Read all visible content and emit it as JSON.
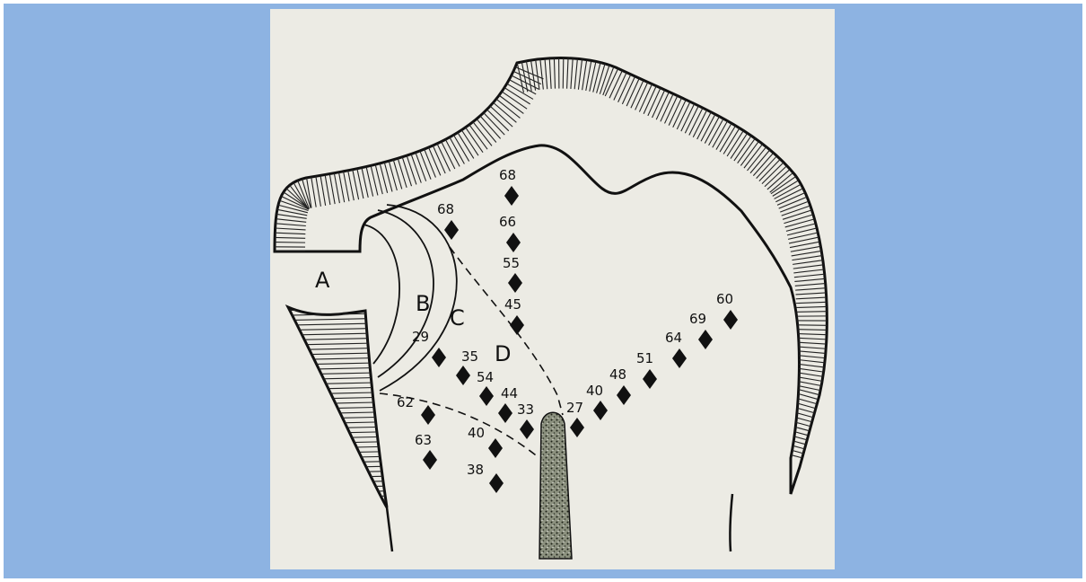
{
  "colors": {
    "frame_background": "#8db3e2",
    "slide_background": "#ecebe4",
    "ink": "#111111",
    "stipple": "#5b6152"
  },
  "zones": {
    "a": "A",
    "b": "B",
    "c": "C",
    "d": "D"
  },
  "markers": {
    "top_left_68": "68",
    "center_68": "68",
    "center_66": "66",
    "center_55": "55",
    "center_45": "45",
    "inner_29": "29",
    "inner_35": "35",
    "inner_54": "54",
    "inner_44": "44",
    "inner_33": "33",
    "low_62": "62",
    "low_63": "63",
    "low_40": "40",
    "low_38": "38",
    "right_27": "27",
    "right_40": "40",
    "right_48": "48",
    "right_51": "51",
    "right_64": "64",
    "right_69": "69",
    "right_60": "60"
  }
}
